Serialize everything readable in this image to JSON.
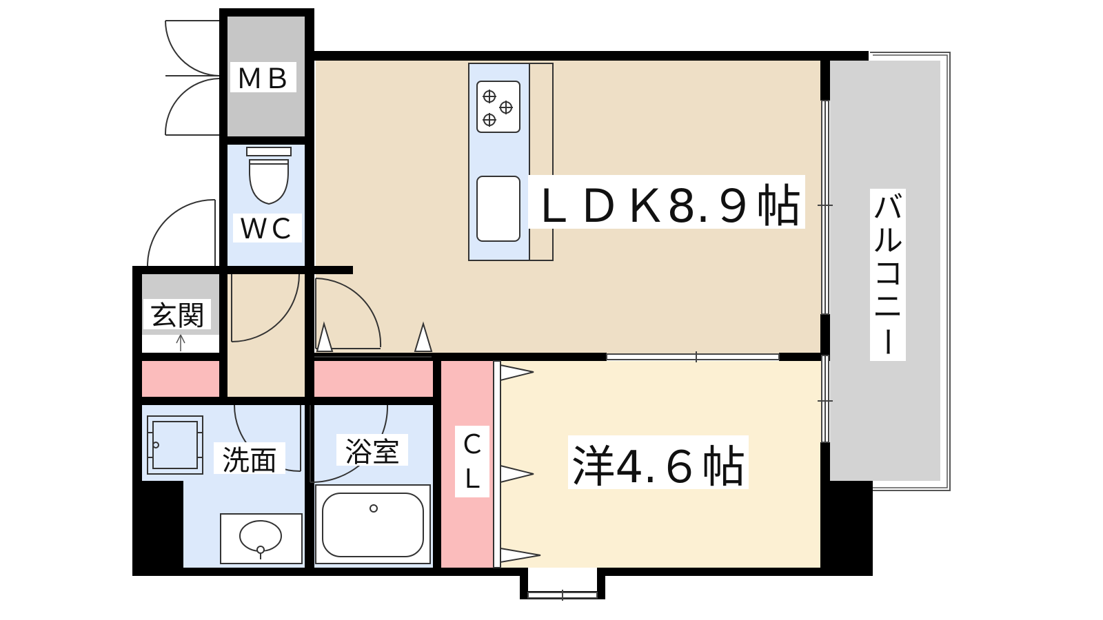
{
  "rooms": {
    "mb": "ＭＢ",
    "wc": "ＷＣ",
    "genkan": "玄関",
    "senmen": "洗面",
    "yokushitsu": "浴室",
    "ldk": "ＬＤＫ8.９帖",
    "yoshitsu": "洋4.６帖",
    "closet_c": "Ｃ",
    "closet_l": "Ｌ",
    "balcony": [
      "バ",
      "ル",
      "コ",
      "ニ",
      "ー"
    ]
  },
  "colors": {
    "wall": "#000000",
    "ldk_floor": "#eedfc6",
    "western_floor": "#fcf0d3",
    "wet_area": "#dce9fb",
    "storage": "#fbbcbc",
    "balcony": "#d3d3d3",
    "meter_box": "#c6c6c6",
    "entrance": "#cccccc"
  }
}
